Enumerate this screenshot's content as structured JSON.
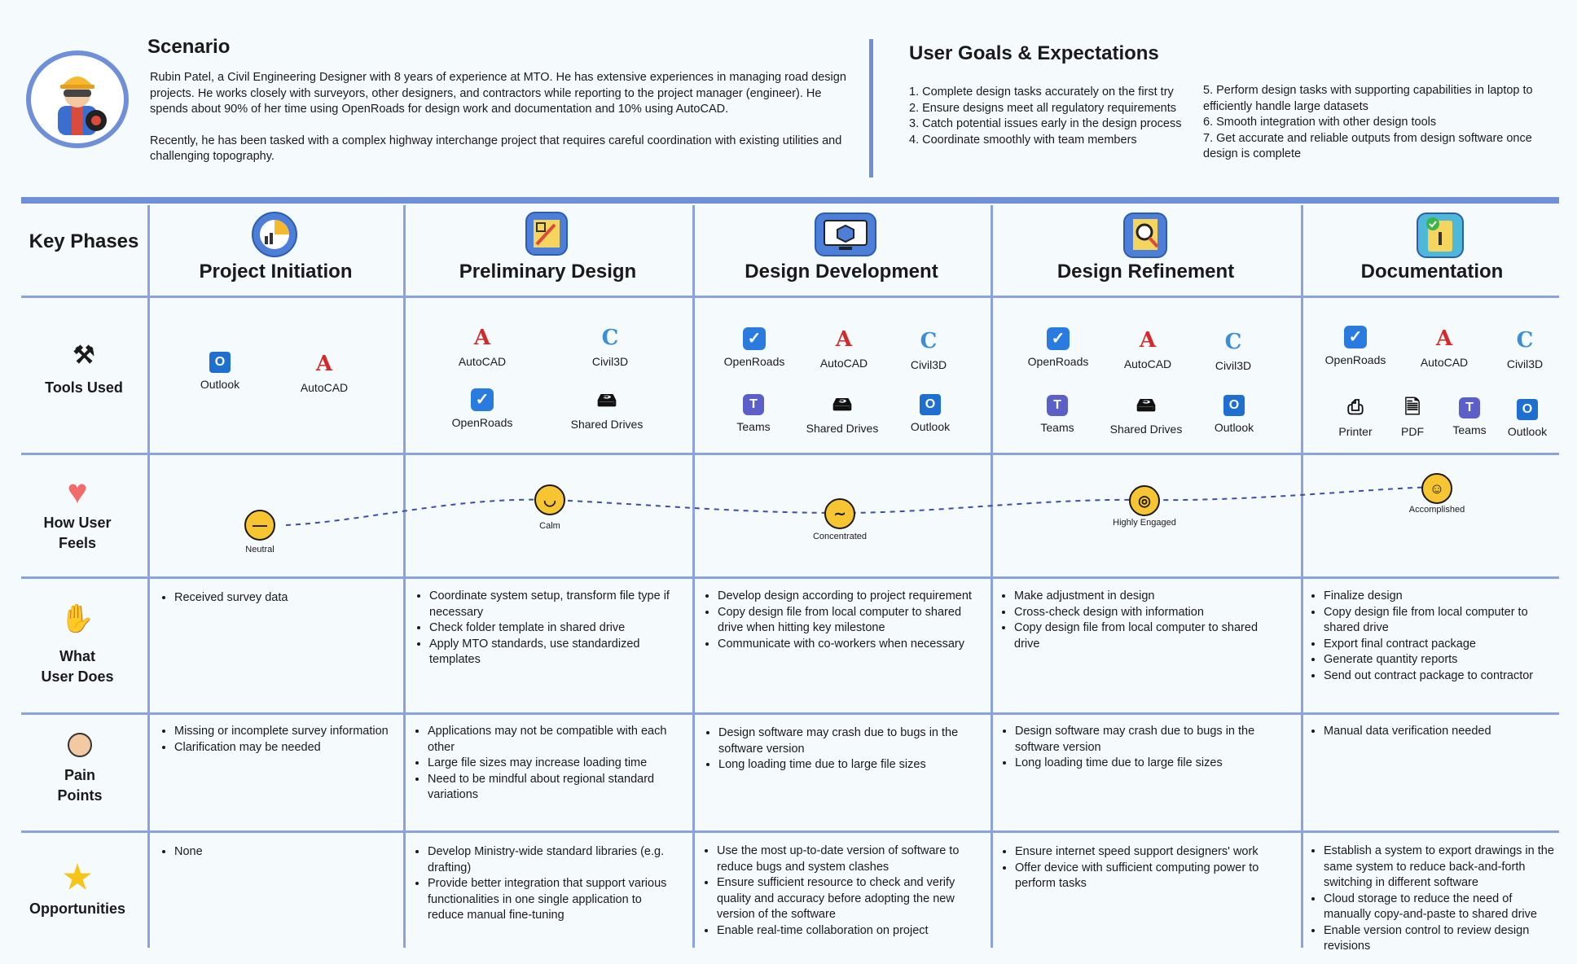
{
  "scenario": {
    "title": "Scenario",
    "para1": "Rubin Patel, a Civil Engineering Designer with 8 years of experience at MTO. He has extensive experiences in managing road design projects. He works closely with surveyors, other designers, and contractors while reporting to the project manager (engineer). He spends about 90% of her time using OpenRoads for design work and documentation and 10% using AutoCAD.",
    "para2": "Recently, he has been tasked with a complex highway interchange project that requires careful coordination with existing utilities and challenging topography."
  },
  "goals": {
    "title": "User Goals & Expectations",
    "col1": [
      "1. Complete design tasks accurately on the first try",
      "2. Ensure designs meet all regulatory requirements",
      "3. Catch potential issues early in the design process",
      "4. Coordinate smoothly with team members"
    ],
    "col2": [
      "5. Perform design tasks with supporting capabilities in laptop to efficiently handle large datasets",
      "6. Smooth integration with other design tools",
      "7. Get accurate and reliable outputs from design software once design is complete"
    ]
  },
  "rows": {
    "key_phases": "Key Phases",
    "tools": "Tools Used",
    "feels_1": "How User",
    "feels_2": "Feels",
    "does_1": "What",
    "does_2": "User Does",
    "pain_1": "Pain",
    "pain_2": "Points",
    "opp": "Opportunities"
  },
  "phases": [
    {
      "title": "Project Initiation",
      "icon": "chart-icon"
    },
    {
      "title": "Preliminary Design",
      "icon": "drafting-icon"
    },
    {
      "title": "Design Development",
      "icon": "monitor-cube-icon"
    },
    {
      "title": "Design Refinement",
      "icon": "magnifier-icon"
    },
    {
      "title": "Documentation",
      "icon": "checklist-icon"
    }
  ],
  "tools": {
    "p1": [
      "Outlook",
      "AutoCAD"
    ],
    "p2": [
      "AutoCAD",
      "Civil3D",
      "OpenRoads",
      "Shared Drives"
    ],
    "p3": [
      "OpenRoads",
      "AutoCAD",
      "Civil3D",
      "Teams",
      "Shared Drives",
      "Outlook"
    ],
    "p4": [
      "OpenRoads",
      "AutoCAD",
      "Civil3D",
      "Teams",
      "Shared Drives",
      "Outlook"
    ],
    "p5": [
      "OpenRoads",
      "AutoCAD",
      "Civil3D",
      "Printer",
      "PDF",
      "Teams",
      "Outlook"
    ]
  },
  "feels": [
    "Neutral",
    "Calm",
    "Concentrated",
    "Highly Engaged",
    "Accomplished"
  ],
  "does": {
    "p1": [
      "Received survey data"
    ],
    "p2": [
      "Coordinate system setup, transform file type if necessary",
      "Check folder template in shared drive",
      "Apply MTO standards, use standardized templates"
    ],
    "p3": [
      "Develop design according to project requirement",
      "Copy design file from local computer to shared drive when hitting key milestone",
      "Communicate with co-workers when necessary"
    ],
    "p4": [
      "Make adjustment in design",
      "Cross-check design with information",
      "Copy design file from local computer to shared drive"
    ],
    "p5": [
      "Finalize design",
      "Copy design file from local computer to shared drive",
      "Export final contract package",
      "Generate quantity reports",
      "Send out contract package to contractor"
    ]
  },
  "pain": {
    "p1": [
      "Missing or incomplete survey information",
      "Clarification may be needed"
    ],
    "p2": [
      "Applications may not be compatible with each other",
      "Large file sizes may increase loading time",
      "Need to be mindful about regional standard variations"
    ],
    "p3": [
      "Design software may crash due to bugs in the software version",
      "Long loading time due to large file sizes"
    ],
    "p4": [
      "Design software may crash due to bugs in the software version",
      "Long loading time due to large file sizes"
    ],
    "p5": [
      "Manual data verification needed"
    ]
  },
  "opp": {
    "p1": [
      "None"
    ],
    "p2": [
      "Develop Ministry-wide standard libraries (e.g. drafting)",
      "Provide better integration that support various functionalities in one single application to reduce manual fine-tuning"
    ],
    "p3": [
      "Use the most up-to-date version of software to reduce bugs and system clashes",
      "Ensure sufficient resource to check and verify quality and accuracy before adopting the new version of the software",
      "Enable real-time collaboration on project"
    ],
    "p4": [
      "Ensure internet speed support designers' work",
      "Offer device with sufficient computing power to perform tasks"
    ],
    "p5": [
      "Establish a system to export drawings in the same system to reduce back-and-forth switching in different software",
      "Cloud storage to reduce the need of manually copy-and-paste to shared drive",
      "Enable version control to review design revisions"
    ]
  },
  "colors": {
    "accent": "#6f8fd8",
    "line": "#8aa3df",
    "emoji": "#f7c531",
    "heart": "#f26b6b",
    "star": "#f5c518"
  }
}
